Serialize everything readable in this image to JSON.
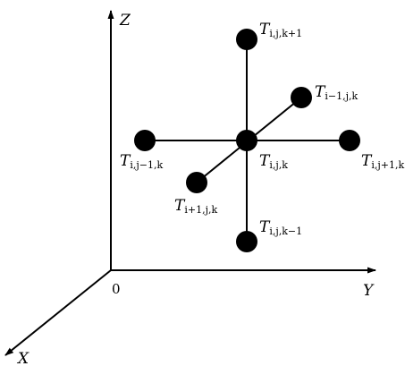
{
  "axes": {
    "z_label": "Z",
    "y_label": "Y",
    "x_label": "X",
    "origin_label": "0"
  },
  "nodes": {
    "center": {
      "main": "T",
      "sub": "i,j,k"
    },
    "top": {
      "main": "T",
      "sub": "i,j,k+1"
    },
    "bottom": {
      "main": "T",
      "sub": "i,j,k−1"
    },
    "left": {
      "main": "T",
      "sub": "i,j−1,k"
    },
    "right": {
      "main": "T",
      "sub": "i,j+1,k"
    },
    "back": {
      "main": "T",
      "sub": "i−1,j,k"
    },
    "front": {
      "main": "T",
      "sub": "i+1,j,k"
    }
  },
  "colors": {
    "stroke": "#000000",
    "node": "#000000"
  }
}
